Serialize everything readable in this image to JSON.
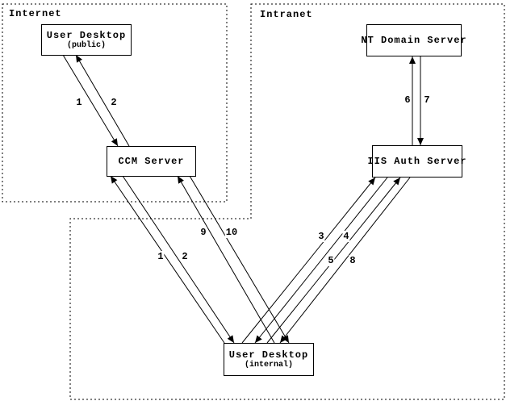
{
  "zones": {
    "internet": {
      "label": "Internet"
    },
    "intranet": {
      "label": "Intranet"
    }
  },
  "nodes": {
    "user_desktop_public": {
      "title": "User Desktop",
      "subtitle": "(public)"
    },
    "ccm_server": {
      "title": "CCM Server"
    },
    "nt_domain_server": {
      "title": "NT Domain Server"
    },
    "iis_auth_server": {
      "title": "IIS Auth Server"
    },
    "user_desktop_internal": {
      "title": "User Desktop",
      "subtitle": "(internal)"
    }
  },
  "edge_labels": {
    "public_1": "1",
    "public_2": "2",
    "internal_1": "1",
    "internal_2": "2",
    "ccm_9": "9",
    "ccm_10": "10",
    "iis_3": "3",
    "iis_4": "4",
    "iis_5": "5",
    "iis_8": "8",
    "nt_6": "6",
    "nt_7": "7"
  },
  "colors": {
    "line": "#000000",
    "background": "#ffffff"
  }
}
